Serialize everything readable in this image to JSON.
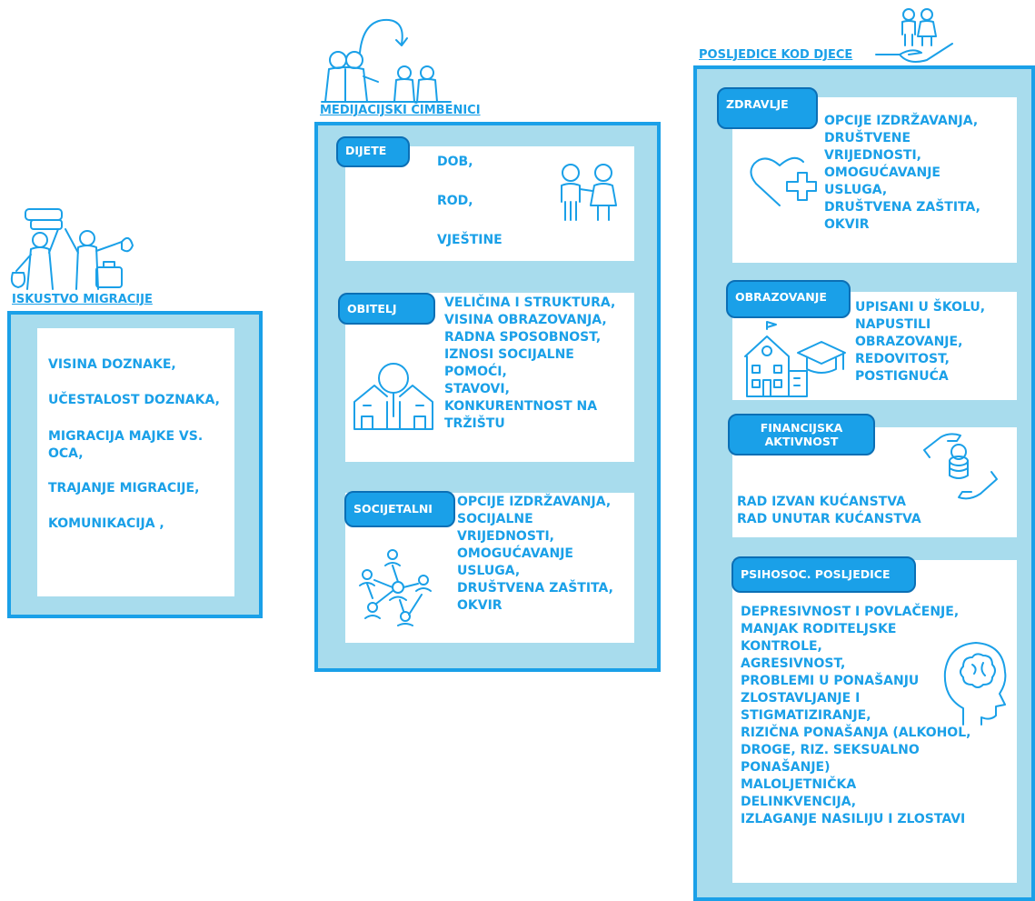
{
  "column1": {
    "title": "ISKUSTVO MIGRACIJE",
    "items": [
      "VISINA DOZNAKE,",
      "UČESTALOST DOZNAKA,",
      "MIGRACIJA MAJKE VS. OCA,",
      "TRAJANJE MIGRACIJE,",
      "KOMUNIKACIJA ,"
    ]
  },
  "column2": {
    "title": "MEDIJACIJSKI ČIMBENICI",
    "dijete": {
      "tag": "DIJETE",
      "items": [
        "DOB,",
        "ROD,",
        "VJEŠTINE"
      ]
    },
    "obitelj": {
      "tag": "OBITELJ",
      "text": "VELIČINA I STRUKTURA,\nVISINA OBRAZOVANJA,\nRADNA SPOSOBNOST,\nIZNOSI SOCIJALNE\nPOMOĆI,\nSTAVOVI,\nKONKURENTNOST NA\nTRŽIŠTU"
    },
    "socijetalni": {
      "tag": "SOCIJETALNI",
      "text": "OPCIJE IZDRŽAVANJA,\nSOCIJALNE\nVRIJEDNOSTI,\nOMOGUĆAVANJE\nUSLUGA,\nDRUŠTVENA ZAŠTITA,\nOKVIR"
    }
  },
  "column3": {
    "title": "POSLJEDICE KOD DJECE",
    "zdravlje": {
      "tag": "ZDRAVLJE",
      "text": "OPCIJE IZDRŽAVANJA,\nDRUŠTVENE\nVRIJEDNOSTI,\nOMOGUĆAVANJE\nUSLUGA,\nDRUŠTVENA ZAŠTITA,\nOKVIR"
    },
    "obrazovanje": {
      "tag": "OBRAZOVANJE",
      "text": "UPISANI U ŠKOLU,\nNAPUSTILI\nOBRAZOVANJE,\nREDOVITOST,\nPOSTIGNUĆA"
    },
    "financijska": {
      "tag": "FINANCIJSKA\nAKTIVNOST",
      "text": "RAD IZVAN KUĆANSTVA\nRAD UNUTAR KUĆANSTVA"
    },
    "psihosoc": {
      "tag": "PSIHOSOC. POSLJEDICE",
      "text": "DEPRESIVNOST I POVLAČENJE,\nMANJAK RODITELJSKE\nKONTROLE,\nAGRESIVNOST,\nPROBLEMI U PONAŠANJU\nZLOSTAVLJANJE I\nSTIGMATIZIRANJE,\nRIZIČNA PONAŠANJA (ALKOHOL,\nDROGE, RIZ. SEKSUALNO\nPONAŠANJE)\nMALOLJETNIČKA\nDELINKVENCIJA,\nIZLAGANJE NASILIJU I ZLOSTAVI"
    }
  },
  "icons": [
    "migrants-with-luggage-icon",
    "adults-and-children-cycle-icon",
    "children-in-hand-icon",
    "two-children-icon",
    "family-house-icon",
    "social-network-icon",
    "heart-plus-icon",
    "school-graduation-icon",
    "hands-coins-icon",
    "head-brain-icon"
  ],
  "colors": {
    "accent": "#1aa0e8",
    "panel": "#a8dced",
    "tag_border": "#0b6fb5"
  }
}
